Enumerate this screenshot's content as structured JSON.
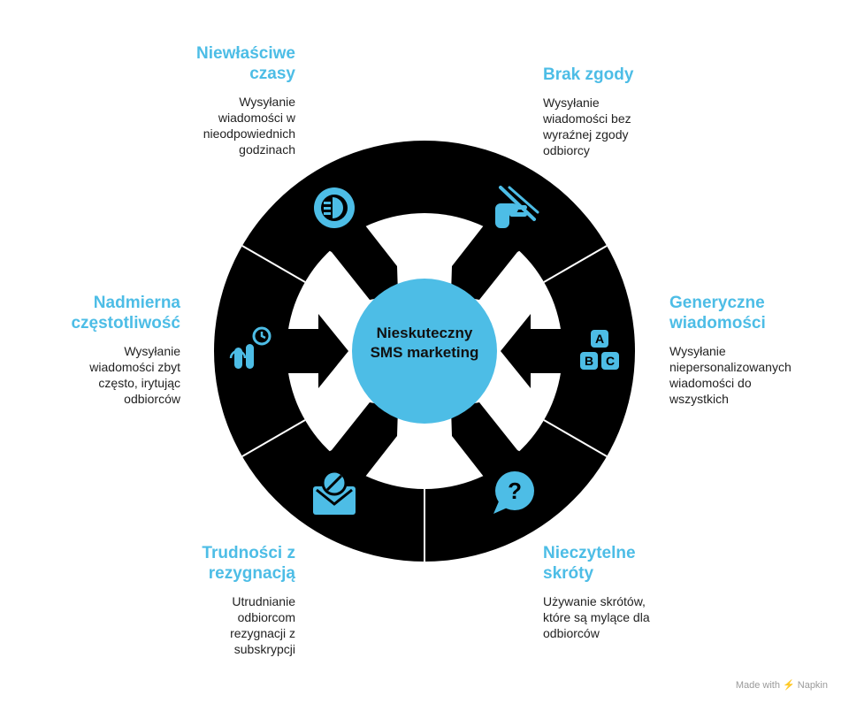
{
  "center": {
    "line1": "Nieskuteczny",
    "line2": "SMS marketing"
  },
  "segments": [
    {
      "title": "Brak zgody",
      "desc": [
        "Wysyłanie",
        "wiadomości bez",
        "wyraźnej zgody",
        "odbiorcy"
      ],
      "icon": "no-hand-icon"
    },
    {
      "title": "Generyczne wiadomości",
      "desc": [
        "Wysyłanie",
        "niepersonalizowanych",
        "wiadomości do",
        "wszystkich"
      ],
      "icon": "abc-blocks-icon"
    },
    {
      "title": "Nieczytelne skróty",
      "desc": [
        "Używanie skrótów,",
        "które są mylące dla",
        "odbiorców"
      ],
      "icon": "question-bubble-icon"
    },
    {
      "title": "Trudności z rezygnacją",
      "desc": [
        "Utrudnianie",
        "odbiorcom",
        "rezygnacji z",
        "subskrypcji"
      ],
      "icon": "blocked-mail-icon"
    },
    {
      "title": "Nadmierna częstotliwość",
      "desc": [
        "Wysyłanie",
        "wiadomości zbyt",
        "często, irytując",
        "odbiorców"
      ],
      "icon": "frequent-tap-icon"
    },
    {
      "title": "Niewłaściwe czasy",
      "desc": [
        "Wysyłanie",
        "wiadomości w",
        "nieodpowiednich",
        "godzinach"
      ],
      "icon": "speaker-time-icon"
    }
  ],
  "footer": {
    "text": "Made with ⚡ Napkin"
  },
  "colors": {
    "accent": "#4dbde6",
    "ring": "#000000",
    "background": "#ffffff"
  }
}
